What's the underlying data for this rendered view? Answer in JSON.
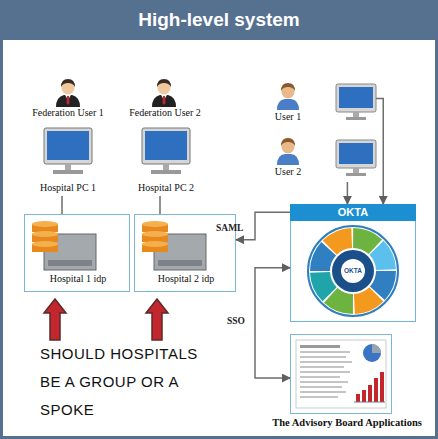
{
  "diagram": {
    "title": "High-level system",
    "nodes": [
      {
        "text": [
          "Federation User 1"
        ]
      },
      {
        "text": [
          "Federation User 2"
        ]
      },
      {
        "text": [
          "User 1"
        ]
      },
      {
        "text": [
          "User 2"
        ]
      },
      {
        "text": [
          "Hospital PC 1"
        ]
      },
      {
        "text": [
          "Hospital PC 2"
        ]
      },
      {
        "text": [
          "Hospital 1 idp"
        ]
      },
      {
        "text": [
          "Hospital 2 idp"
        ]
      },
      {
        "text": [
          "OKTA"
        ]
      },
      {
        "text": [
          "The Advisory Board Applications"
        ]
      }
    ],
    "edges": [
      {
        "from": 2,
        "to": 8,
        "arrow": "to"
      },
      {
        "from": 3,
        "to": 8,
        "arrow": "to"
      },
      {
        "from": 4,
        "to": 6,
        "arrow": "none"
      },
      {
        "from": 5,
        "to": 7,
        "arrow": "none"
      },
      {
        "from": 8,
        "to": 7,
        "label": "SAML",
        "arrow": "to"
      },
      {
        "from": 8,
        "to": 9,
        "label": "SSO",
        "arrow": "both"
      }
    ],
    "labels": [
      "SHOULD HOSPITALS BE A GROUP OR A SPOKE",
      "OKTA"
    ]
  }
}
